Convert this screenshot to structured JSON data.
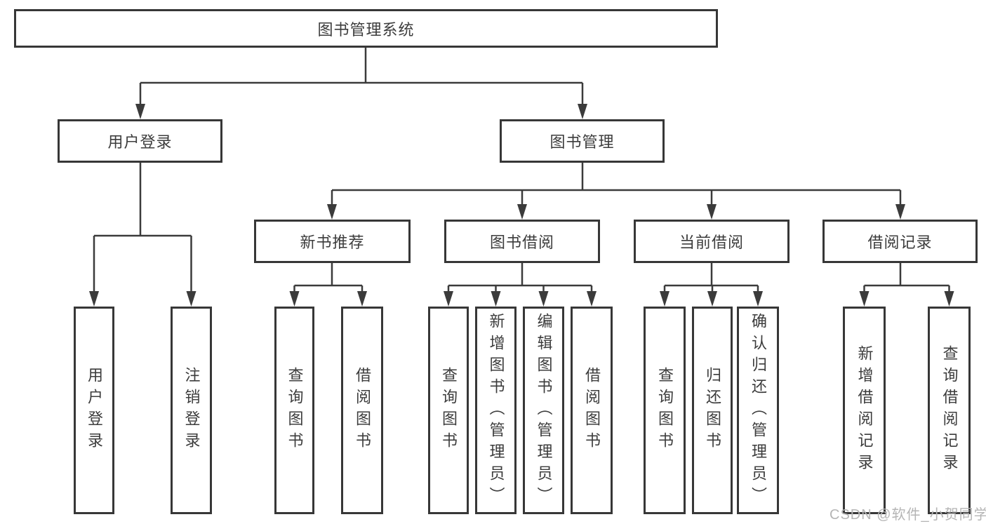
{
  "diagram": {
    "title": "图书管理系统",
    "branches": [
      {
        "label": "用户登录",
        "leaves": [
          "用户登录",
          "注销登录"
        ]
      },
      {
        "label": "图书管理",
        "groups": [
          {
            "label": "新书推荐",
            "leaves": [
              "查询图书",
              "借阅图书"
            ]
          },
          {
            "label": "图书借阅",
            "leaves": [
              "查询图书",
              "新增图书（管理员）",
              "编辑图书（管理员）",
              "借阅图书"
            ]
          },
          {
            "label": "当前借阅",
            "leaves": [
              "查询图书",
              "归还图书",
              "确认归还（管理员）"
            ]
          },
          {
            "label": "借阅记录",
            "leaves": [
              "新增借阅记录",
              "查询借阅记录"
            ]
          }
        ]
      }
    ]
  },
  "watermark": {
    "text": "CSDN @软件_小贺同学"
  },
  "colors": {
    "line": "#3b3b3b",
    "border": "#373737",
    "text": "#3c3c3c",
    "watermark": "#b5b5b5",
    "background": "#ffffff"
  }
}
